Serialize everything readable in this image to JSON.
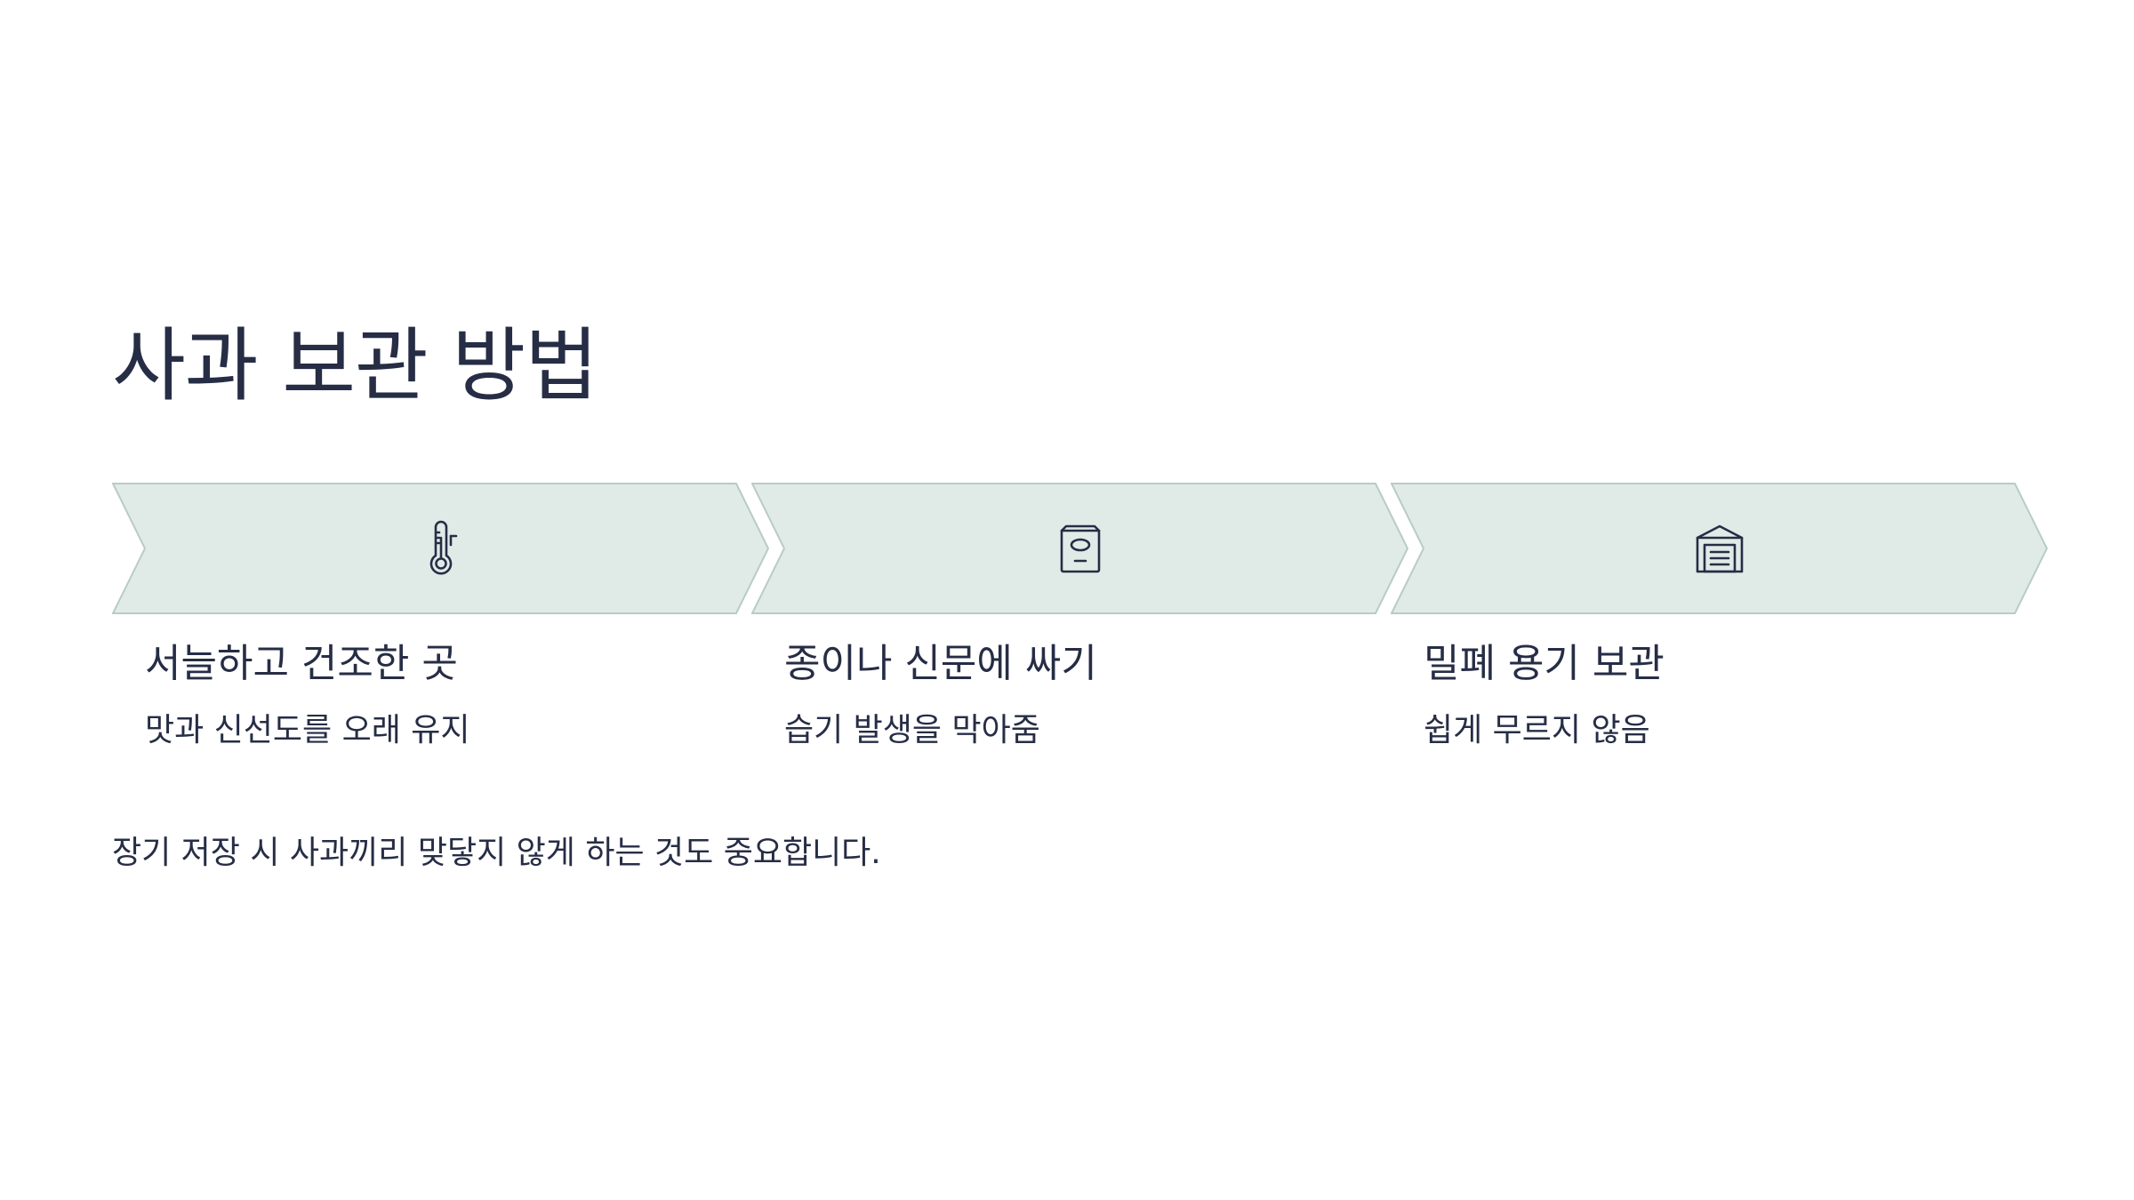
{
  "title": "사과 보관 방법",
  "colors": {
    "arrow_fill": "#e0ebe8",
    "arrow_stroke": "#b9cbc6",
    "text": "#262d45",
    "icon": "#262d45"
  },
  "steps": [
    {
      "icon": "thermometer-icon",
      "heading": "서늘하고 건조한 곳",
      "description": "맛과 신선도를 오래 유지"
    },
    {
      "icon": "paper-bag-icon",
      "heading": "종이나 신문에 싸기",
      "description": "습기 발생을 막아줌"
    },
    {
      "icon": "storage-container-icon",
      "heading": "밀폐 용기 보관",
      "description": "쉽게 무르지 않음"
    }
  ],
  "note": "장기 저장 시 사과끼리 맞닿지 않게 하는 것도 중요합니다."
}
